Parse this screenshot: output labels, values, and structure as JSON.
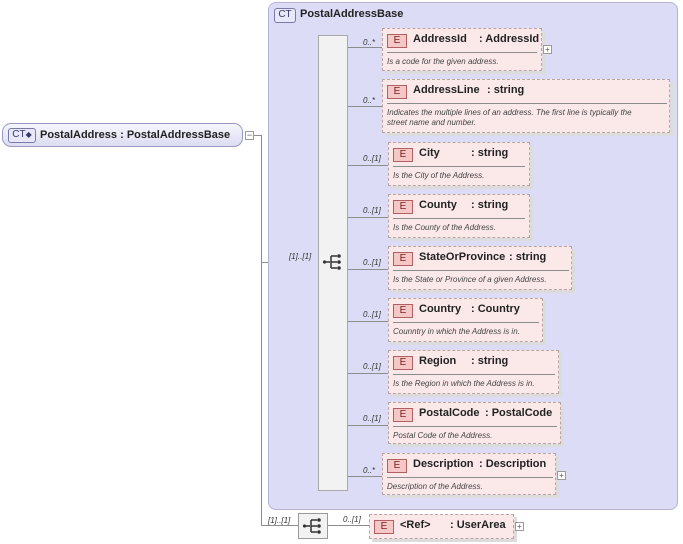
{
  "root": {
    "badge": "CT",
    "name": "PostalAddress",
    "sep": ":",
    "type": "PostalAddressBase"
  },
  "complex_type": {
    "badge": "CT",
    "title": "PostalAddressBase"
  },
  "sequence_cardinality": "[1]..[1]",
  "elements": [
    {
      "badge": "E",
      "name": "AddressId",
      "type": ": AddressId",
      "card": "0..*",
      "desc": [
        "Is a code for the given address."
      ],
      "expandable": true
    },
    {
      "badge": "E",
      "name": "AddressLine",
      "type": ": string",
      "card": "0..*",
      "desc": [
        "Indicates the multiple lines of an address. The first line is typically the",
        "street name and number."
      ],
      "expandable": false
    },
    {
      "badge": "E",
      "name": "City",
      "type": ": string",
      "card": "0..[1]",
      "desc": [
        "Is the City of the Address."
      ],
      "expandable": false
    },
    {
      "badge": "E",
      "name": "County",
      "type": ": string",
      "card": "0..[1]",
      "desc": [
        "Is the County of the Address."
      ],
      "expandable": false
    },
    {
      "badge": "E",
      "name": "StateOrProvince",
      "type": ": string",
      "card": "0..[1]",
      "desc": [
        "Is the State or Province of a given Address."
      ],
      "expandable": false
    },
    {
      "badge": "E",
      "name": "Country",
      "type": ": Country",
      "card": "0..[1]",
      "desc": [
        "Counntry in which the Address is in."
      ],
      "expandable": false
    },
    {
      "badge": "E",
      "name": "Region",
      "type": ": string",
      "card": "0..[1]",
      "desc": [
        "Is the Region in which the Address is in."
      ],
      "expandable": false
    },
    {
      "badge": "E",
      "name": "PostalCode",
      "type": ": PostalCode",
      "card": "0..[1]",
      "desc": [
        "Postal Code of the Address."
      ],
      "expandable": false
    },
    {
      "badge": "E",
      "name": "Description",
      "type": ": Description",
      "card": "0..*",
      "desc": [
        "Description of the Address."
      ],
      "expandable": true
    }
  ],
  "extension": {
    "sequence_cardinality": "[1]..[1]",
    "element": {
      "badge": "E",
      "name": "<Ref>",
      "type": ": UserArea",
      "card": "0..[1]",
      "expandable": true
    }
  },
  "icons": {
    "root": "complex-type-extension-icon",
    "sequence": "sequence-icon",
    "expand": "plus-icon",
    "collapse": "minus-icon"
  },
  "colors": {
    "type_panel": "#dcdcf6",
    "element_bg": "#fbe9e9",
    "element_badge": "#f5c7c7",
    "root_bg": "#e8e8fa"
  }
}
